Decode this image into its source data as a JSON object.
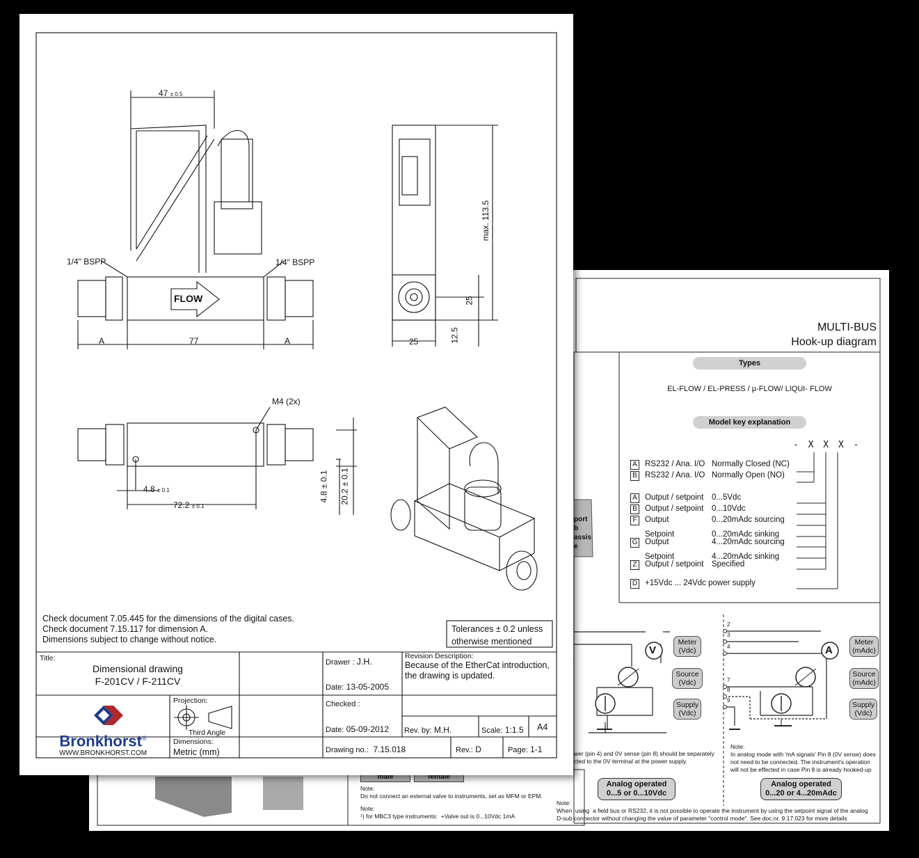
{
  "back_sheet": {
    "header_title": "MULTI-BUS",
    "header_subtitle": "Hook-up diagram",
    "types_label": "Types",
    "types_value": "EL-FLOW / EL-PRESS / µ-FLOW/ LIQUI- FLOW",
    "model_key_label": "Model key explanation",
    "model_code": "- X X X -",
    "model_rows": [
      {
        "code": "A",
        "name": "RS232 / Ana. I/O",
        "value": "Normally Closed (NC)"
      },
      {
        "code": "B",
        "name": "RS232 / Ana. I/O",
        "value": "Normally Open (NO)"
      },
      {
        "code": "A",
        "name": "Output / setpoint",
        "value": "0...5Vdc"
      },
      {
        "code": "B",
        "name": "Output / setpoint",
        "value": "0...10Vdc"
      },
      {
        "code": "F",
        "name": "Output",
        "value": "0...20mAdc sourcing"
      },
      {
        "code": "",
        "name": "Setpoint",
        "value": "0...20mAdc sinking"
      },
      {
        "code": "G",
        "name": "Output",
        "value": "4...20mAdc sourcing"
      },
      {
        "code": "",
        "name": "Setpoint",
        "value": "4...20mAdc sinking"
      },
      {
        "code": "Z",
        "name": "Output / setpoint",
        "value": "Specified"
      },
      {
        "code": "D",
        "name": "+15Vdc ... 24Vdc power supply",
        "value": ""
      }
    ],
    "side_tab_lines": [
      "port",
      "b",
      "assis",
      "e"
    ],
    "left_diagram": {
      "meter": "Meter\n(Vdc)",
      "source": "Source\n(Vdc)",
      "supply": "Supply\n(Vdc)",
      "meter_symbol": "V"
    },
    "right_diagram": {
      "meter": "Meter\n(mAdc)",
      "source": "Source\n(mAdc)",
      "supply": "Supply\n(Vdc)",
      "meter_symbol": "A",
      "pins": [
        "2",
        "3",
        "4",
        "7",
        "8",
        "9"
      ]
    },
    "left_note": "wer (pin 4) and 0V sense (pin 8) should be separately\ncted to the 0V terminal at the power supply.",
    "right_note": "Note:\nIn analog mode with 'mA signals' Pin 8 (0V sense) does\nnot need to be connected. The instrument's operation\nwill not be effected in case Pin 8 is already hooked-up",
    "analog_left": "Analog operated\n0...5 or 0...10Vdc",
    "analog_right": "Analog operated\n0...20 or 4...20mAdc",
    "bottom_note": "Note:\nWhen  using  a field bus or RS232, it is not possible to operate the instrument by using the setpoint signal of the analog\nD-sub connector without changing the value of parameter \"control mode\". See doc.nr. 9.17.023 for more details",
    "third_sheet": {
      "male": "male",
      "female": "female",
      "note1": "Note:\nDo not connect an external valve to instruments, set as MFM or EPM.",
      "note2": "Note:\n¹) for MBC3 type instruments:  +Valve out is 0...10Vdc 1mA"
    }
  },
  "front_sheet": {
    "dims": {
      "width_top": "47",
      "width_top_tol": "± 0.5",
      "bspp_left": "1/4\" BSPP",
      "bspp_right": "1/4\" BSPP",
      "flow": "FLOW",
      "a_left": "A",
      "center": "77",
      "a_right": "A",
      "side_width": "25",
      "side_25": "25",
      "side_12_5": "12.5",
      "max_height": "max. 113.5",
      "m4": "M4 (2x)",
      "d48": "4.8",
      "d48_tol": "± 0.1",
      "d722": "72.2",
      "d722_tol": "± 0.1",
      "v48": "4.8 ± 0.1",
      "v202": "20.2 ± 0.1"
    },
    "notes": [
      "Check document 7.05.445 for the dimensions of the digital cases.",
      "Check document 7.15.117 for dimension A.",
      "Dimensions subject to change without notice."
    ],
    "tolerance": "Tolerances ± 0.2 unless\notherwise mentioned",
    "title_block": {
      "title_label": "Title:",
      "title_line1": "Dimensional drawing",
      "title_line2": "F-201CV / F-211CV",
      "drawer_label": "Drawer   :",
      "drawer_value": "J.H.",
      "date1_label": "Date:",
      "date1_value": "13-05-2005",
      "revision_label": "Revision Description:",
      "revision_text": "Because of the EtherCat introduction, the drawing is updated.",
      "projection_label": "Projection:",
      "projection_value": "Third Angle",
      "checked_label": "Checked :",
      "date2_label": "Date:",
      "date2_value": "05-09-2012",
      "revby_label": "Rev. by:",
      "revby_value": "M.H.",
      "scale_label": "Scale:",
      "scale_value": "1:1.5",
      "paper": "A4",
      "dimensions_label": "Dimensions:",
      "dimensions_value": "Metric (mm)",
      "drawingno_label": "Drawing no.:",
      "drawingno_value": "7.15.018",
      "rev_label": "Rev.:",
      "rev_value": "D",
      "page_label": "Page:",
      "page_value": "1-1",
      "brand": "Bronkhorst",
      "brand_mark": "®",
      "website": "WWW.BRONKHORST.COM"
    }
  },
  "colors": {
    "background": "#000000",
    "sheet": "#ffffff",
    "brand_blue": "#1d3c8c",
    "brand_red": "#b0272d",
    "pill_gray": "#d0d0d0"
  }
}
